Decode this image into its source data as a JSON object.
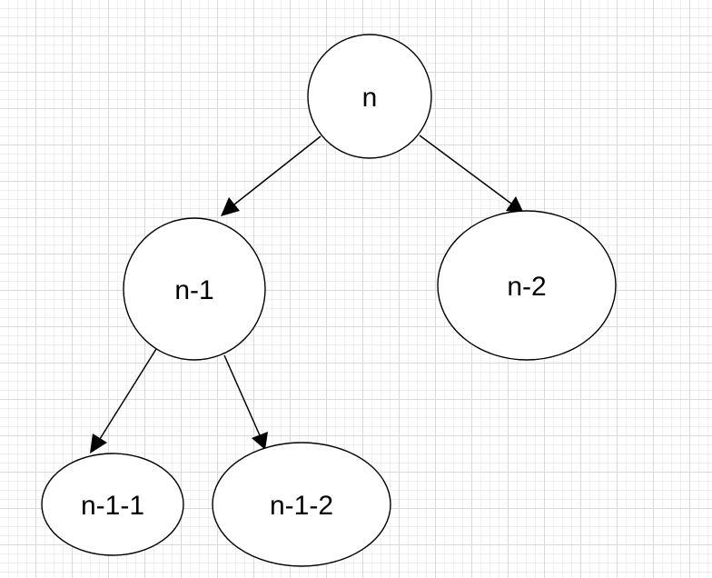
{
  "nodes": {
    "root": {
      "label": "n"
    },
    "left": {
      "label": "n-1"
    },
    "right": {
      "label": "n-2"
    },
    "left_left": {
      "label": "n-1-1"
    },
    "left_right": {
      "label": "n-1-2"
    }
  },
  "edges": [
    {
      "from": "n",
      "to": "n-1"
    },
    {
      "from": "n",
      "to": "n-2"
    },
    {
      "from": "n-1",
      "to": "n-1-1"
    },
    {
      "from": "n-1",
      "to": "n-1-2"
    }
  ],
  "colors": {
    "background": "#ffffff",
    "grid_major": "#d9d9d9",
    "grid_minor": "#efefef",
    "stroke": "#000000",
    "node_fill": "#ffffff"
  }
}
